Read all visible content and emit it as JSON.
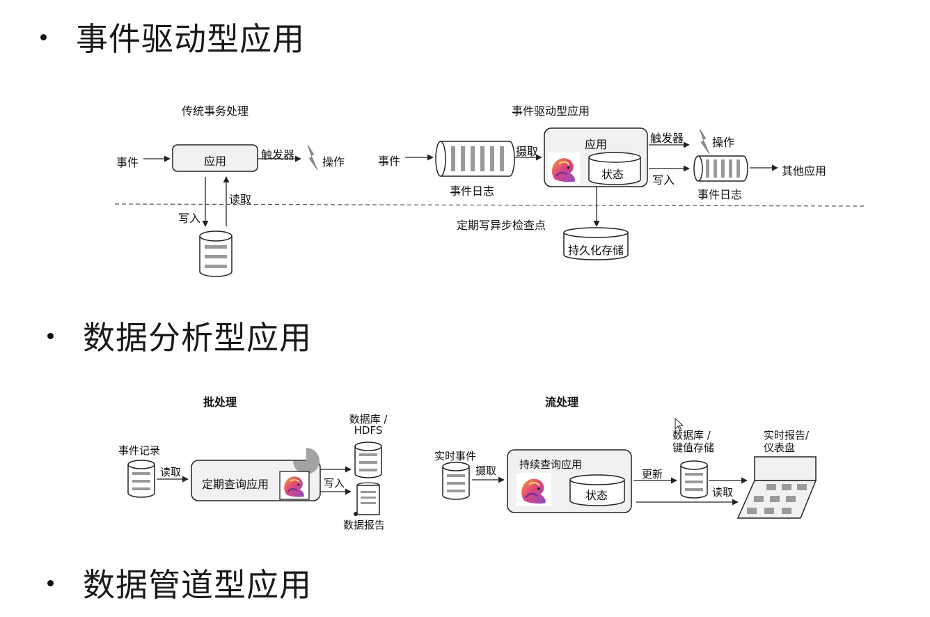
{
  "sections": [
    {
      "title": "事件驱动型应用"
    },
    {
      "title": "数据分析型应用"
    },
    {
      "title": "数据管道型应用"
    }
  ],
  "event_driven": {
    "traditional": {
      "title": "传统事务处理",
      "event": "事件",
      "app": "应用",
      "trigger": "触发器",
      "action": "操作",
      "write": "写入",
      "read": "读取"
    },
    "eda": {
      "title": "事件驱动型应用",
      "event": "事件",
      "event_log_in": "事件日志",
      "ingest": "摄取",
      "app": "应用",
      "state": "状态",
      "trigger": "触发器",
      "action": "操作",
      "write": "写入",
      "event_log_out": "事件日志",
      "other_apps": "其他应用",
      "checkpoint": "定期写异步检查点",
      "persistent_storage": "持久化存储"
    }
  },
  "analytics": {
    "batch": {
      "title": "批处理",
      "event_records": "事件记录",
      "read": "读取",
      "query_app": "定期查询应用",
      "db_line1": "数据库 /",
      "db_line2": "HDFS",
      "write": "写入",
      "report": "数据报告"
    },
    "stream": {
      "title": "流处理",
      "realtime_events": "实时事件",
      "ingest": "摄取",
      "continuous_query": "持续查询应用",
      "state": "状态",
      "update": "更新",
      "kv_line1": "数据库 /",
      "kv_line2": "键值存储",
      "read": "读取",
      "dash_line1": "实时报告/",
      "dash_line2": "仪表盘"
    }
  },
  "colors": {
    "stripe": "#9a9a9a",
    "box_fill": "#f1f1f1",
    "stroke": "#222222",
    "dashed": "#555555"
  },
  "icons": [
    "flink-squirrel-icon",
    "lightning-icon",
    "database-icon",
    "event-log-icon",
    "report-scroll-icon",
    "dashboard-tablet-icon",
    "mouse-pointer-icon"
  ]
}
